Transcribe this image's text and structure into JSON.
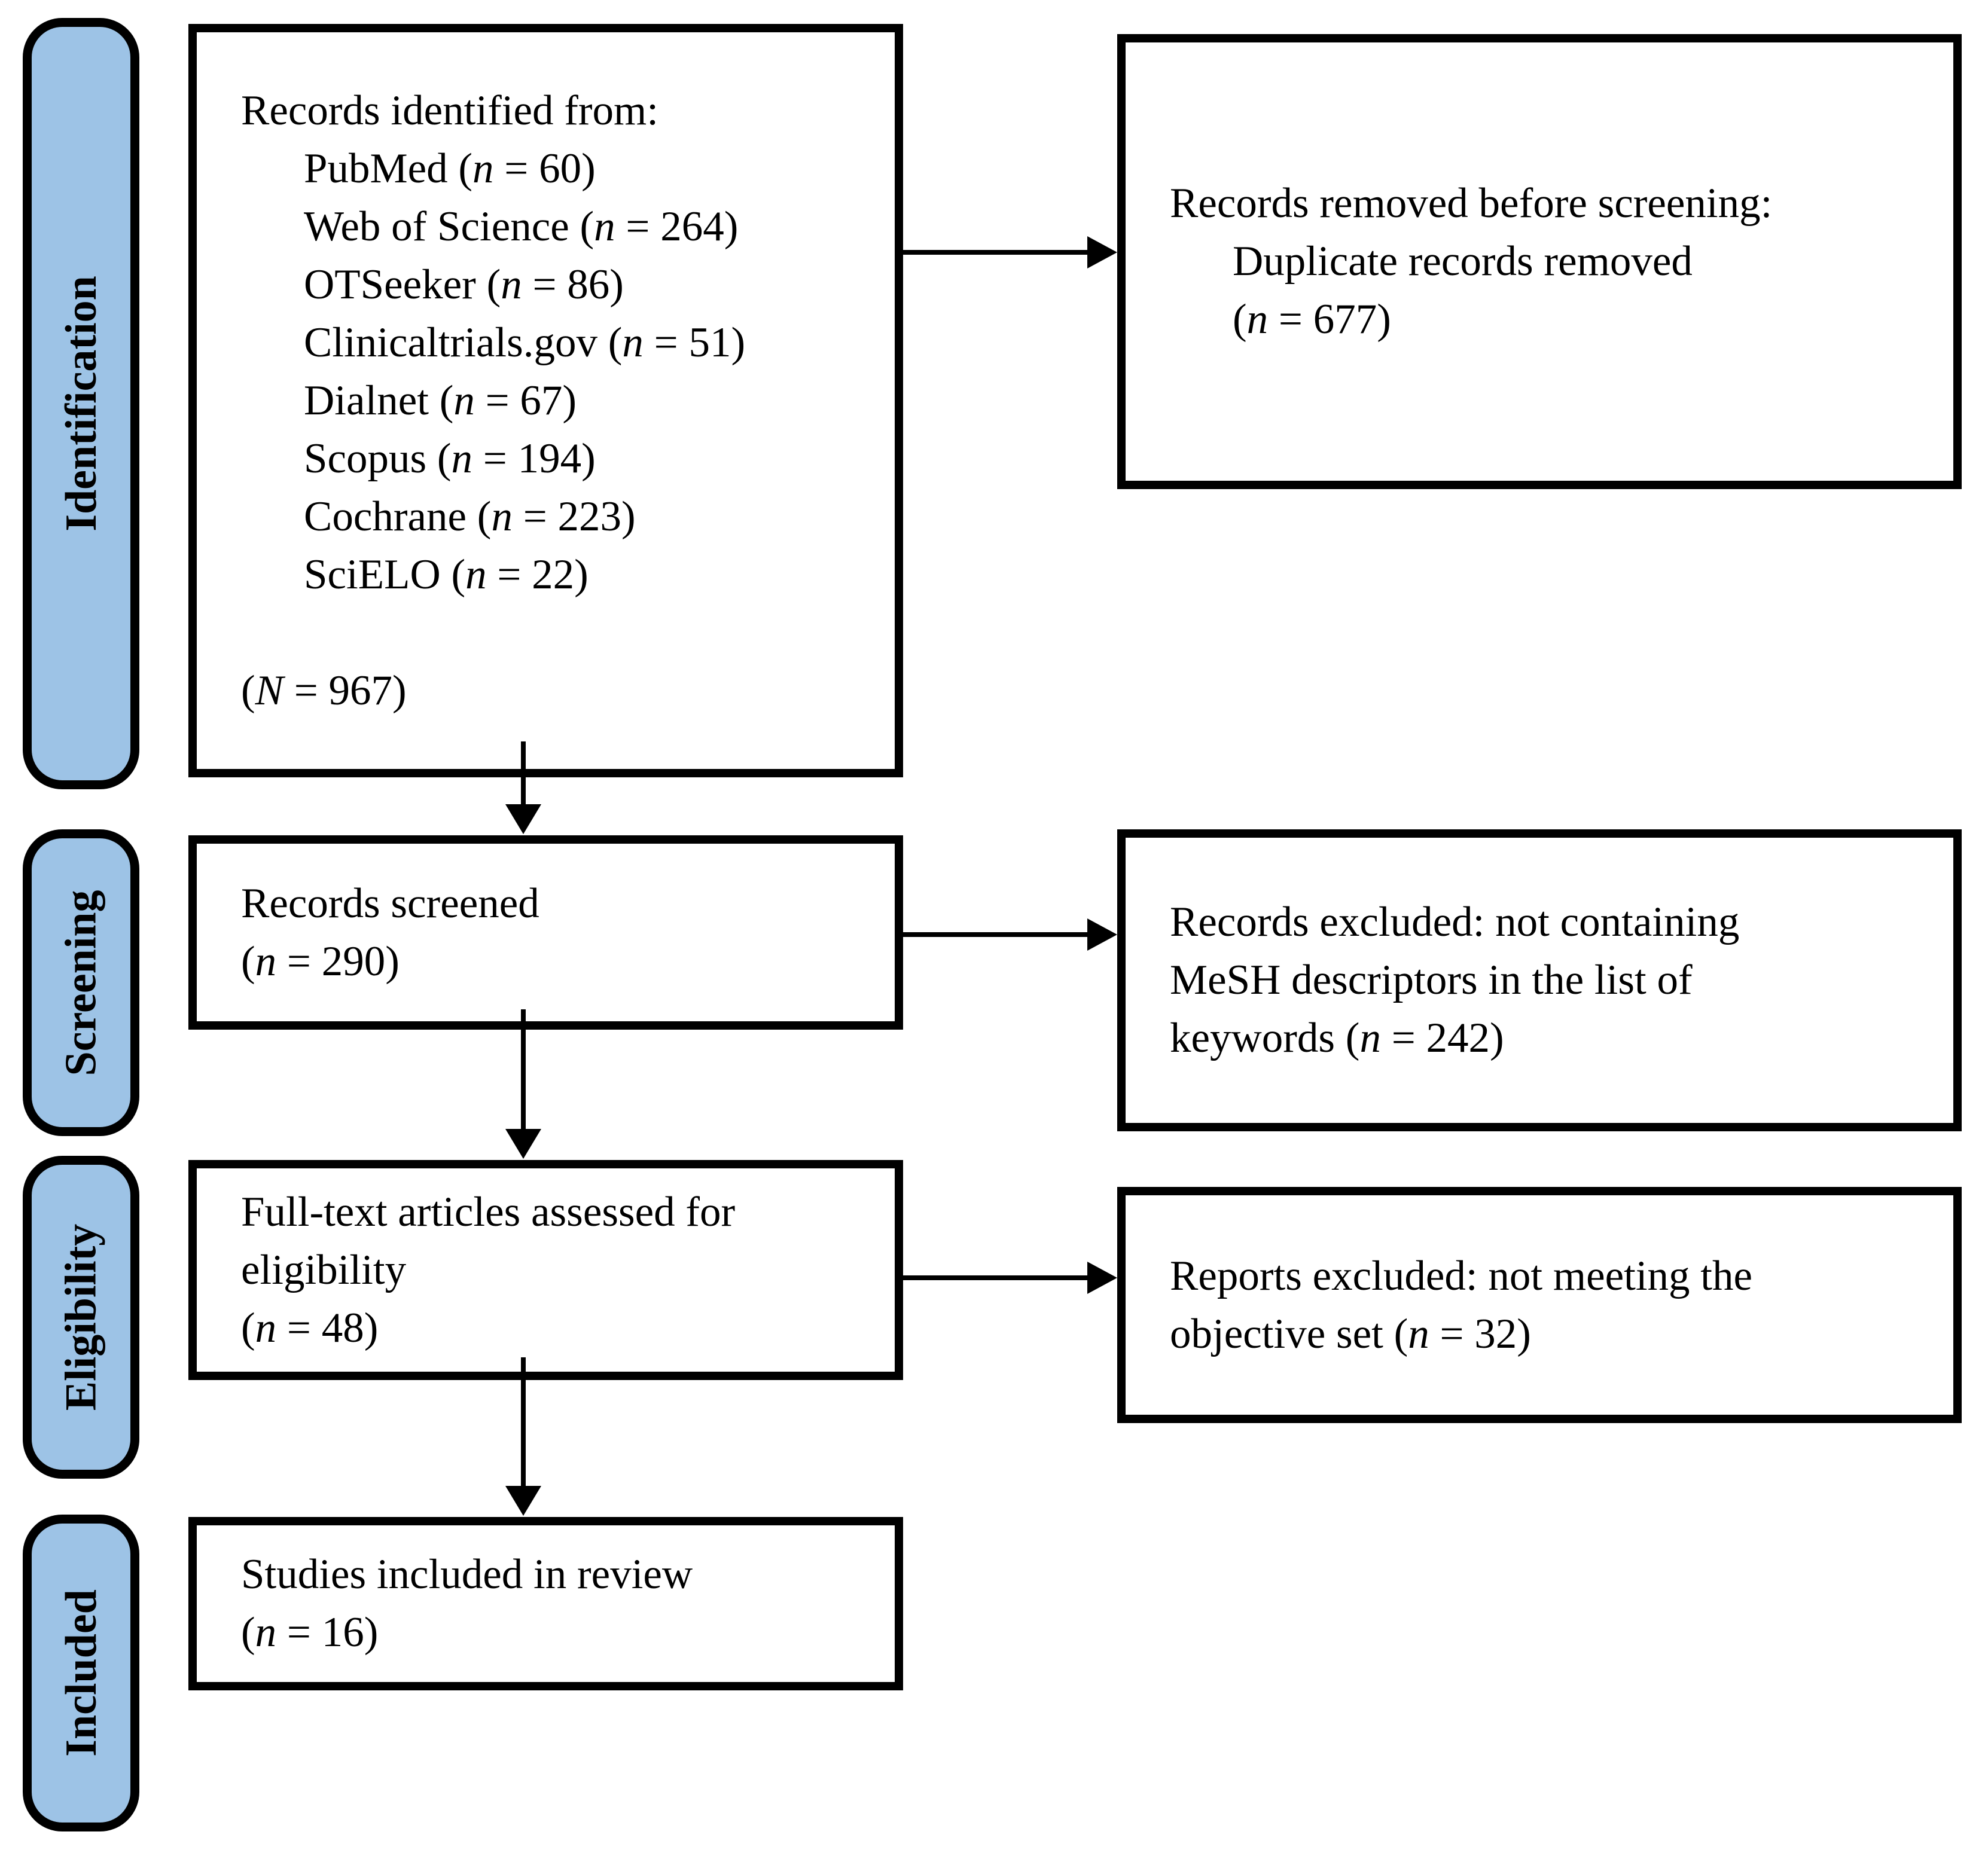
{
  "diagram": {
    "colors": {
      "stage_fill": "#9DC3E6",
      "line": "#000000",
      "box_fill": "#FFFFFF"
    },
    "sidebar": {
      "stages": [
        {
          "label": "Identification"
        },
        {
          "label": "Screening"
        },
        {
          "label": "Eligibility"
        },
        {
          "label": "Included"
        }
      ]
    },
    "boxes": {
      "records_identified": {
        "title": "Records identified from:",
        "sources": [
          "PubMed (n = 60)",
          "Web of Science (n = 264)",
          "OTSeeker (n = 86)",
          "Clinicaltrials.gov (n = 51)",
          "Dialnet (n = 67)",
          "Scopus (n = 194)",
          "Cochrane (n = 223)",
          "SciELO (n = 22)"
        ],
        "total": "(N = 967)"
      },
      "records_removed": {
        "title": "Records removed before screening:",
        "details": [
          "Duplicate records removed",
          "(n = 677)"
        ]
      },
      "records_screened": {
        "lines": [
          "Records screened",
          "(n = 290)"
        ]
      },
      "records_excluded": {
        "lines": [
          "Records excluded: not containing",
          "MeSH descriptors in the list of",
          "keywords (n = 242)"
        ]
      },
      "fulltext_assessed": {
        "lines": [
          "Full-text articles assessed for",
          "eligibility",
          "(n = 48)"
        ]
      },
      "reports_excluded": {
        "lines": [
          "Reports excluded: not meeting the",
          "objective set (n = 32)"
        ]
      },
      "studies_included": {
        "lines": [
          "Studies included in review",
          "(n = 16)"
        ]
      }
    }
  }
}
